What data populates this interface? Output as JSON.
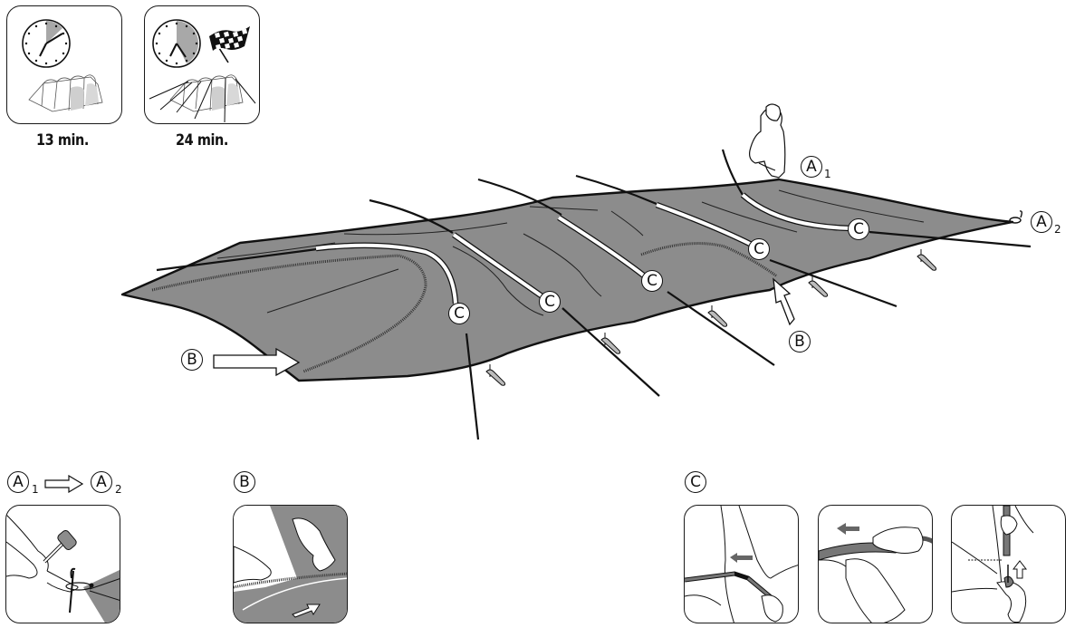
{
  "colors": {
    "fabric": "#8c8c8c",
    "outline": "#111111",
    "background": "#ffffff",
    "shade": "#a8a8a8"
  },
  "time_cards": [
    {
      "label": "13 min.",
      "icons": [
        "clock-icon",
        "tent-icon"
      ]
    },
    {
      "label": "24 min.",
      "icons": [
        "clock-icon",
        "checkered-flag-icon",
        "tent-with-guylines-icon"
      ]
    }
  ],
  "main_diagram": {
    "labels": {
      "a1": {
        "letter": "A",
        "sub": "1"
      },
      "a2": {
        "letter": "A",
        "sub": "2"
      },
      "b_left": "B",
      "b_right": "B",
      "c": "C"
    },
    "c_markers_count": 5
  },
  "steps": {
    "a": {
      "from_letter": "A",
      "from_sub": "1",
      "to_letter": "A",
      "to_sub": "2",
      "panel": "hammer-peg-panel"
    },
    "b": {
      "letter": "B",
      "panel": "zip-panel"
    },
    "c": {
      "letter": "C",
      "panels": [
        "pole-insert-panel",
        "pole-push-panel",
        "pole-lock-panel"
      ]
    }
  }
}
